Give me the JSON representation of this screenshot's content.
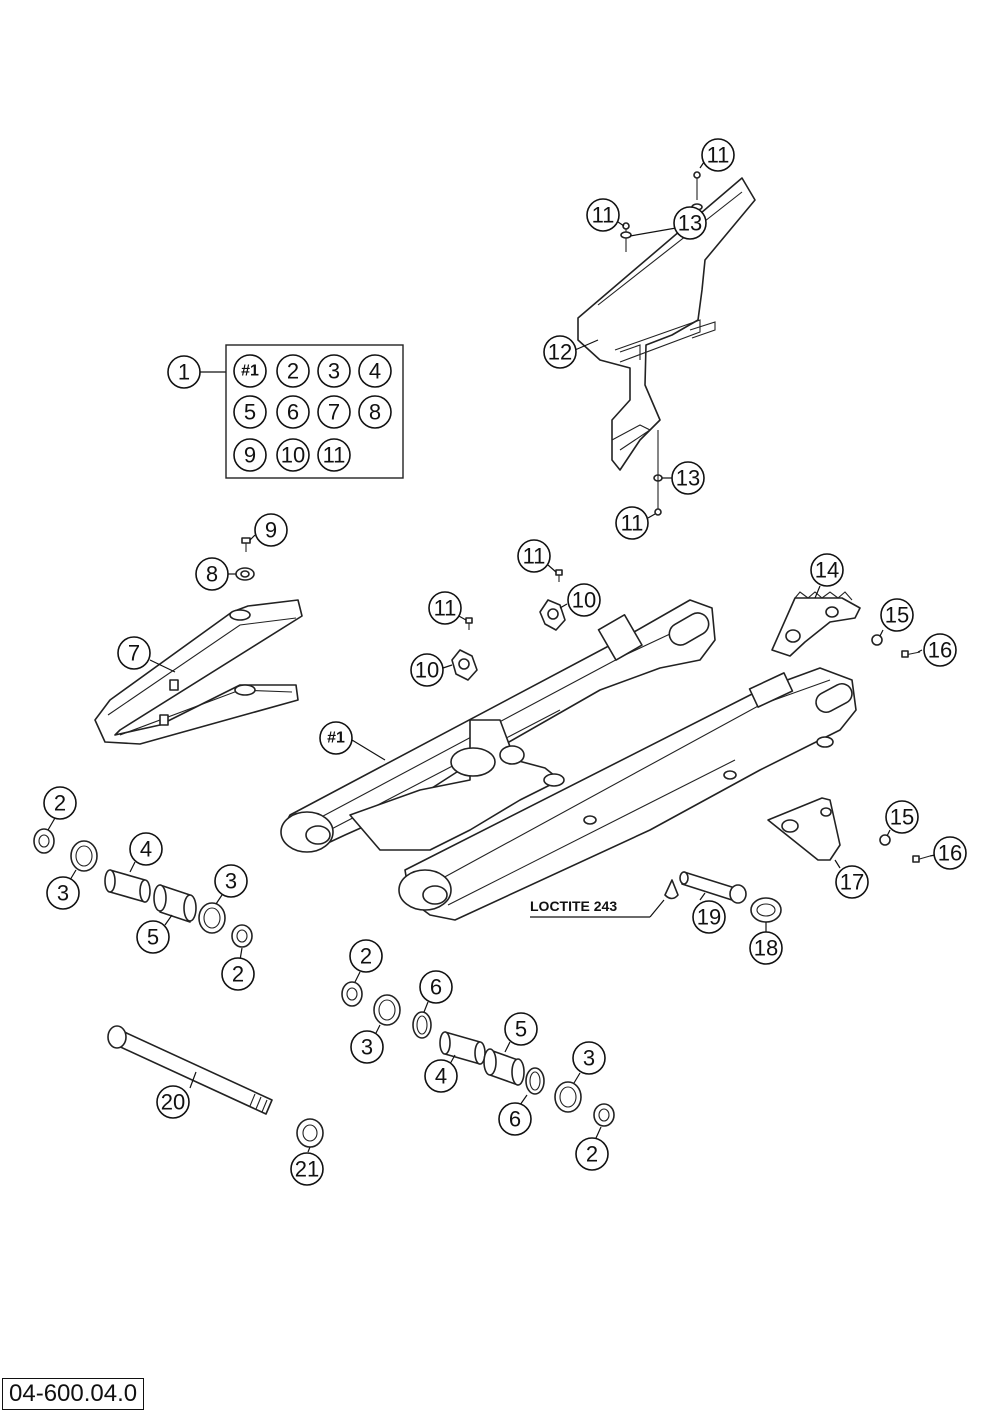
{
  "diagram_code": "04-600.04.0",
  "loctite_label": "LOCTITE 243",
  "kit": {
    "number": "1",
    "contents": [
      "#1",
      "2",
      "3",
      "4",
      "5",
      "6",
      "7",
      "8",
      "9",
      "10",
      "11"
    ]
  },
  "callouts": {
    "c11_top": "11",
    "c11_a": "11",
    "c13_a": "13",
    "c12": "12",
    "c13_b": "13",
    "c11_b": "11",
    "c9": "9",
    "c8": "8",
    "c7": "7",
    "c11_mid": "11",
    "c10_a": "10",
    "c11_c": "11",
    "c10_b": "10",
    "c1_frame": "#1",
    "c14": "14",
    "c15_a": "15",
    "c16_a": "16",
    "c15_b": "15",
    "c16_b": "16",
    "c17": "17",
    "c19": "19",
    "c18": "18",
    "l2_a": "2",
    "l3_a": "3",
    "l4_a": "4",
    "l5_a": "5",
    "l3_b": "3",
    "l2_b": "2",
    "r2_a": "2",
    "r6_a": "6",
    "r3_a": "3",
    "r5": "5",
    "r4": "4",
    "r6_b": "6",
    "r3_b": "3",
    "r2_b": "2",
    "c20": "20",
    "c21": "21"
  }
}
